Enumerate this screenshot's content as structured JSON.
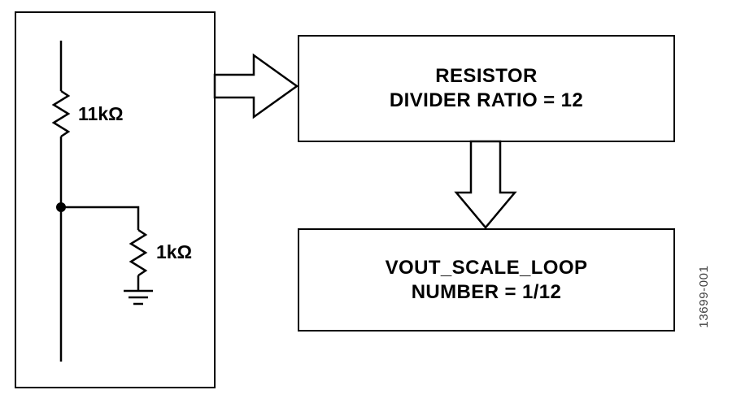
{
  "figure_id": "13699-001",
  "circuit": {
    "resistor_top_label": "11kΩ",
    "resistor_bottom_label": "1kΩ"
  },
  "blocks": {
    "divider": {
      "line1": "RESISTOR",
      "line2": "DIVIDER RATIO = 12"
    },
    "vout": {
      "line1": "VOUT_SCALE_LOOP",
      "line2": "NUMBER = 1/12"
    }
  },
  "colors": {
    "stroke": "#000000",
    "background": "#ffffff",
    "figure_text": "#3f3f3f"
  }
}
